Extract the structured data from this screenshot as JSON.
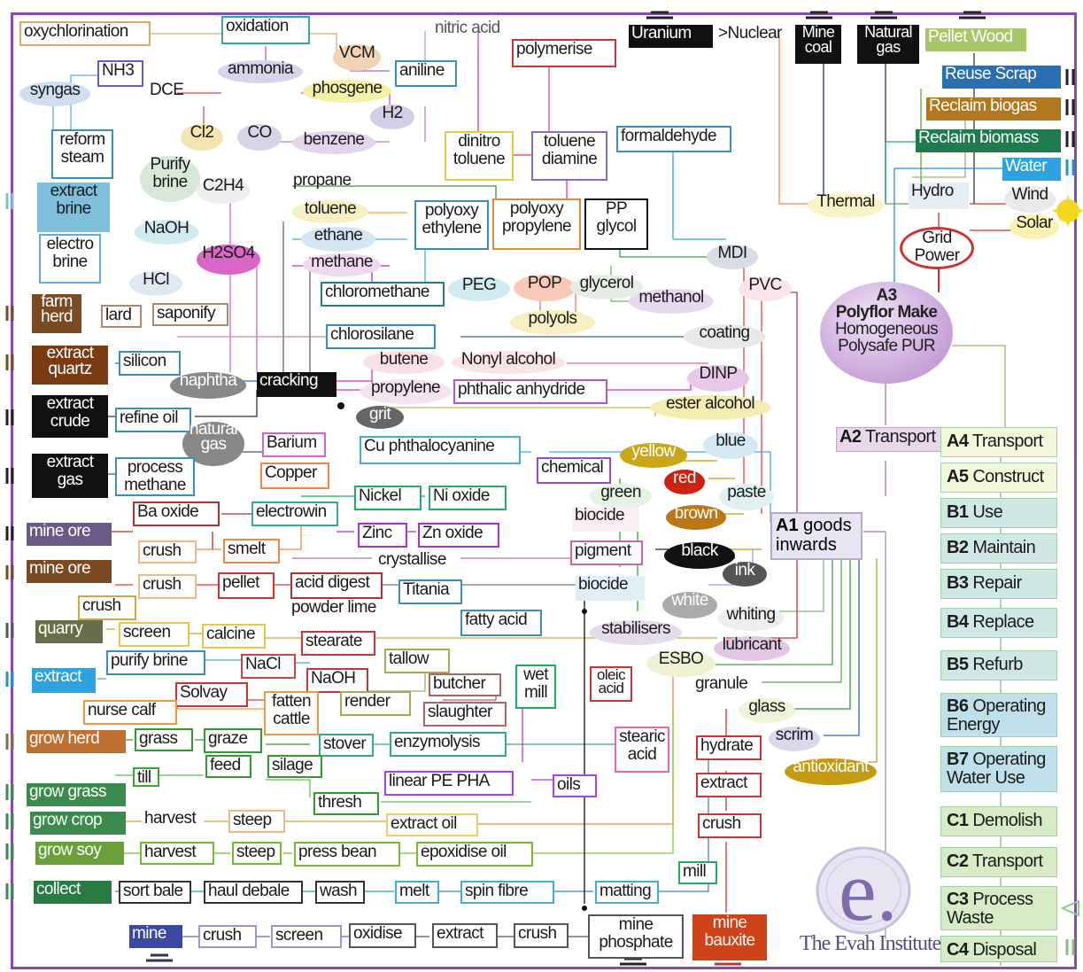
{
  "nodes": {
    "oxychlorination": "oxychlorination",
    "oxidation": "oxidation",
    "nitric_acid": "nitric acid",
    "uranium": "Uranium",
    "nuclear": ">Nuclear",
    "mine_coal": "Mine coal",
    "natural_gas_top": "Natural gas",
    "pellet_wood": "Pellet Wood",
    "nh3": "NH3",
    "ammonia": "ammonia",
    "vcm": "VCM",
    "aniline": "aniline",
    "polymerise": "polymerise",
    "syngas": "syngas",
    "dce": "DCE",
    "phosgene": "phosgene",
    "h2": "H2",
    "reuse_scrap": "Reuse Scrap",
    "reclaim_biogas": "Reclaim biogas",
    "reclaim_biomass": "Reclaim biomass",
    "water": "Water",
    "reform_steam": "reform steam",
    "cl2": "Cl2",
    "co": "CO",
    "benzene": "benzene",
    "dinitro_toluene": "dinitro toluene",
    "toluene_diamine": "toluene diamine",
    "formaldehyde": "formaldehyde",
    "thermal": "Thermal",
    "hydro": "Hydro",
    "wind": "Wind",
    "solar": "Solar",
    "grid_power": "Grid Power",
    "extract_brine": "extract brine",
    "purify_brine": "Purify brine",
    "c2h4": "C2H4",
    "propane": "propane",
    "toluene": "toluene",
    "polyoxy_ethylene": "polyoxy ethylene",
    "polyoxy_propylene": "polyoxy propylene",
    "pp_glycol": "PP glycol",
    "mdi": "MDI",
    "naoh": "NaOH",
    "ethane": "ethane",
    "electro_brine": "electro brine",
    "h2so4": "H2SO4",
    "methane": "methane",
    "hcl": "HCl",
    "chloromethane": "chloromethane",
    "peg": "PEG",
    "pop": "POP",
    "glycerol": "glycerol",
    "methanol": "methanol",
    "pvc": "PVC",
    "farm_herd": "farm herd",
    "lard": "lard",
    "saponify": "saponify",
    "polyols": "polyols",
    "chlorosilane": "chlorosilane",
    "coating": "coating",
    "extract_quartz": "extract quartz",
    "silicon": "silicon",
    "naphtha": "naphtha",
    "cracking": "cracking",
    "butene": "butene",
    "nonyl_alcohol": "Nonyl alcohol",
    "dinp": "DINP",
    "extract_crude": "extract crude",
    "refine_oil": "refine oil",
    "propylene": "propylene",
    "phthalic_anhydride": "phthalic anhydride",
    "ester_alcohol": "ester alcohol",
    "grit": "grit",
    "natural_gas": "natural gas",
    "barium": "Barium",
    "cu_phthalocyanine": "Cu phthalocyanine",
    "yellow": "yellow",
    "blue": "blue",
    "extract_gas": "extract gas",
    "process_methane": "process methane",
    "copper": "Copper",
    "chemical": "chemical",
    "red": "red",
    "nickel": "Nickel",
    "ni_oxide": "Ni oxide",
    "green": "green",
    "paste": "paste",
    "ba_oxide": "Ba oxide",
    "electrowin": "electrowin",
    "biocide1": "biocide",
    "brown": "brown",
    "mine_ore1": "mine ore",
    "zinc": "Zinc",
    "zn_oxide": "Zn oxide",
    "crush1": "crush",
    "smelt": "smelt",
    "pigment": "pigment",
    "black": "black",
    "crystallise": "crystallise",
    "ink": "ink",
    "mine_ore2": "mine ore",
    "crush2": "crush",
    "pellet": "pellet",
    "acid_digest": "acid digest",
    "titania": "Titania",
    "biocide2": "biocide",
    "crush3": "crush",
    "powder_lime": "powder lime",
    "white": "white",
    "fatty_acid": "fatty acid",
    "whiting": "whiting",
    "quarry": "quarry",
    "screen1": "screen",
    "calcine": "calcine",
    "stabilisers": "stabilisers",
    "stearate": "stearate",
    "lubricant": "lubricant",
    "extract_blue": "extract",
    "purify_brine2": "purify brine",
    "nacl": "NaCl",
    "tallow": "tallow",
    "esbo": "ESBO",
    "wet_mill": "wet mill",
    "oleic_acid": "oleic acid",
    "naoh2": "NaOH",
    "granule": "granule",
    "solvay": "Solvay",
    "butcher": "butcher",
    "nurse_calf": "nurse calf",
    "fatten_cattle": "fatten cattle",
    "render": "render",
    "slaughter": "slaughter",
    "glass": "glass",
    "grow_herd": "grow herd",
    "grass": "grass",
    "graze": "graze",
    "stover": "stover",
    "enzymolysis": "enzymolysis",
    "stearic_acid": "stearic acid",
    "hydrate": "hydrate",
    "scrim": "scrim",
    "feed": "feed",
    "silage": "silage",
    "antioxidant": "antioxidant",
    "till": "till",
    "linear_pe_pha": "linear PE PHA",
    "oils": "oils",
    "extract2": "extract",
    "grow_grass": "grow grass",
    "thresh": "thresh",
    "grow_crop": "grow crop",
    "harvest1": "harvest",
    "steep1": "steep",
    "extract_oil": "extract oil",
    "crush4": "crush",
    "grow_soy": "grow soy",
    "harvest2": "harvest",
    "steep2": "steep",
    "press_bean": "press bean",
    "epoxidise_oil": "epoxidise oil",
    "mill": "mill",
    "collect": "collect",
    "sort_bale": "sort bale",
    "haul_debale": "haul debale",
    "wash": "wash",
    "melt": "melt",
    "spin_fibre": "spin fibre",
    "matting": "matting",
    "mine_blue": "mine",
    "crush5": "crush",
    "screen2": "screen",
    "oxidise": "oxidise",
    "extract3": "extract",
    "crush6": "crush",
    "mine_phosphate": "mine phosphate",
    "mine_bauxite": "mine bauxite"
  },
  "a3": {
    "code": "A3",
    "line1": "Polyflor Make",
    "line2": "Homogeneous",
    "line3": "Polysafe PUR"
  },
  "a1": {
    "code": "A1",
    "label": "goods inwards"
  },
  "a2": {
    "code": "A2",
    "label": "Transport"
  },
  "stages": [
    {
      "code": "A4",
      "label": "Transport"
    },
    {
      "code": "A5",
      "label": "Construct"
    },
    {
      "code": "B1",
      "label": "Use"
    },
    {
      "code": "B2",
      "label": "Maintain"
    },
    {
      "code": "B3",
      "label": "Repair"
    },
    {
      "code": "B4",
      "label": "Replace"
    },
    {
      "code": "B5",
      "label": "Refurb"
    },
    {
      "code": "B6",
      "label": "Operating Energy"
    },
    {
      "code": "B7",
      "label": "Operating Water Use"
    },
    {
      "code": "C1",
      "label": "Demolish"
    },
    {
      "code": "C2",
      "label": "Transport"
    },
    {
      "code": "C3",
      "label": "Process Waste"
    },
    {
      "code": "C4",
      "label": "Disposal"
    }
  ],
  "logo": {
    "mark": "e.",
    "text": "The Evah Institute"
  },
  "colors": {
    "frame": "#8a4ab0",
    "brine_blue": "#7fbfdc",
    "farm_brown": "#7a4a22",
    "dark": "#111111",
    "grow_green": "#3d8a4e",
    "mine_purple": "#6a5a86",
    "stage_green": "#cfe6c4",
    "stage_blue": "#bfe0ea"
  }
}
